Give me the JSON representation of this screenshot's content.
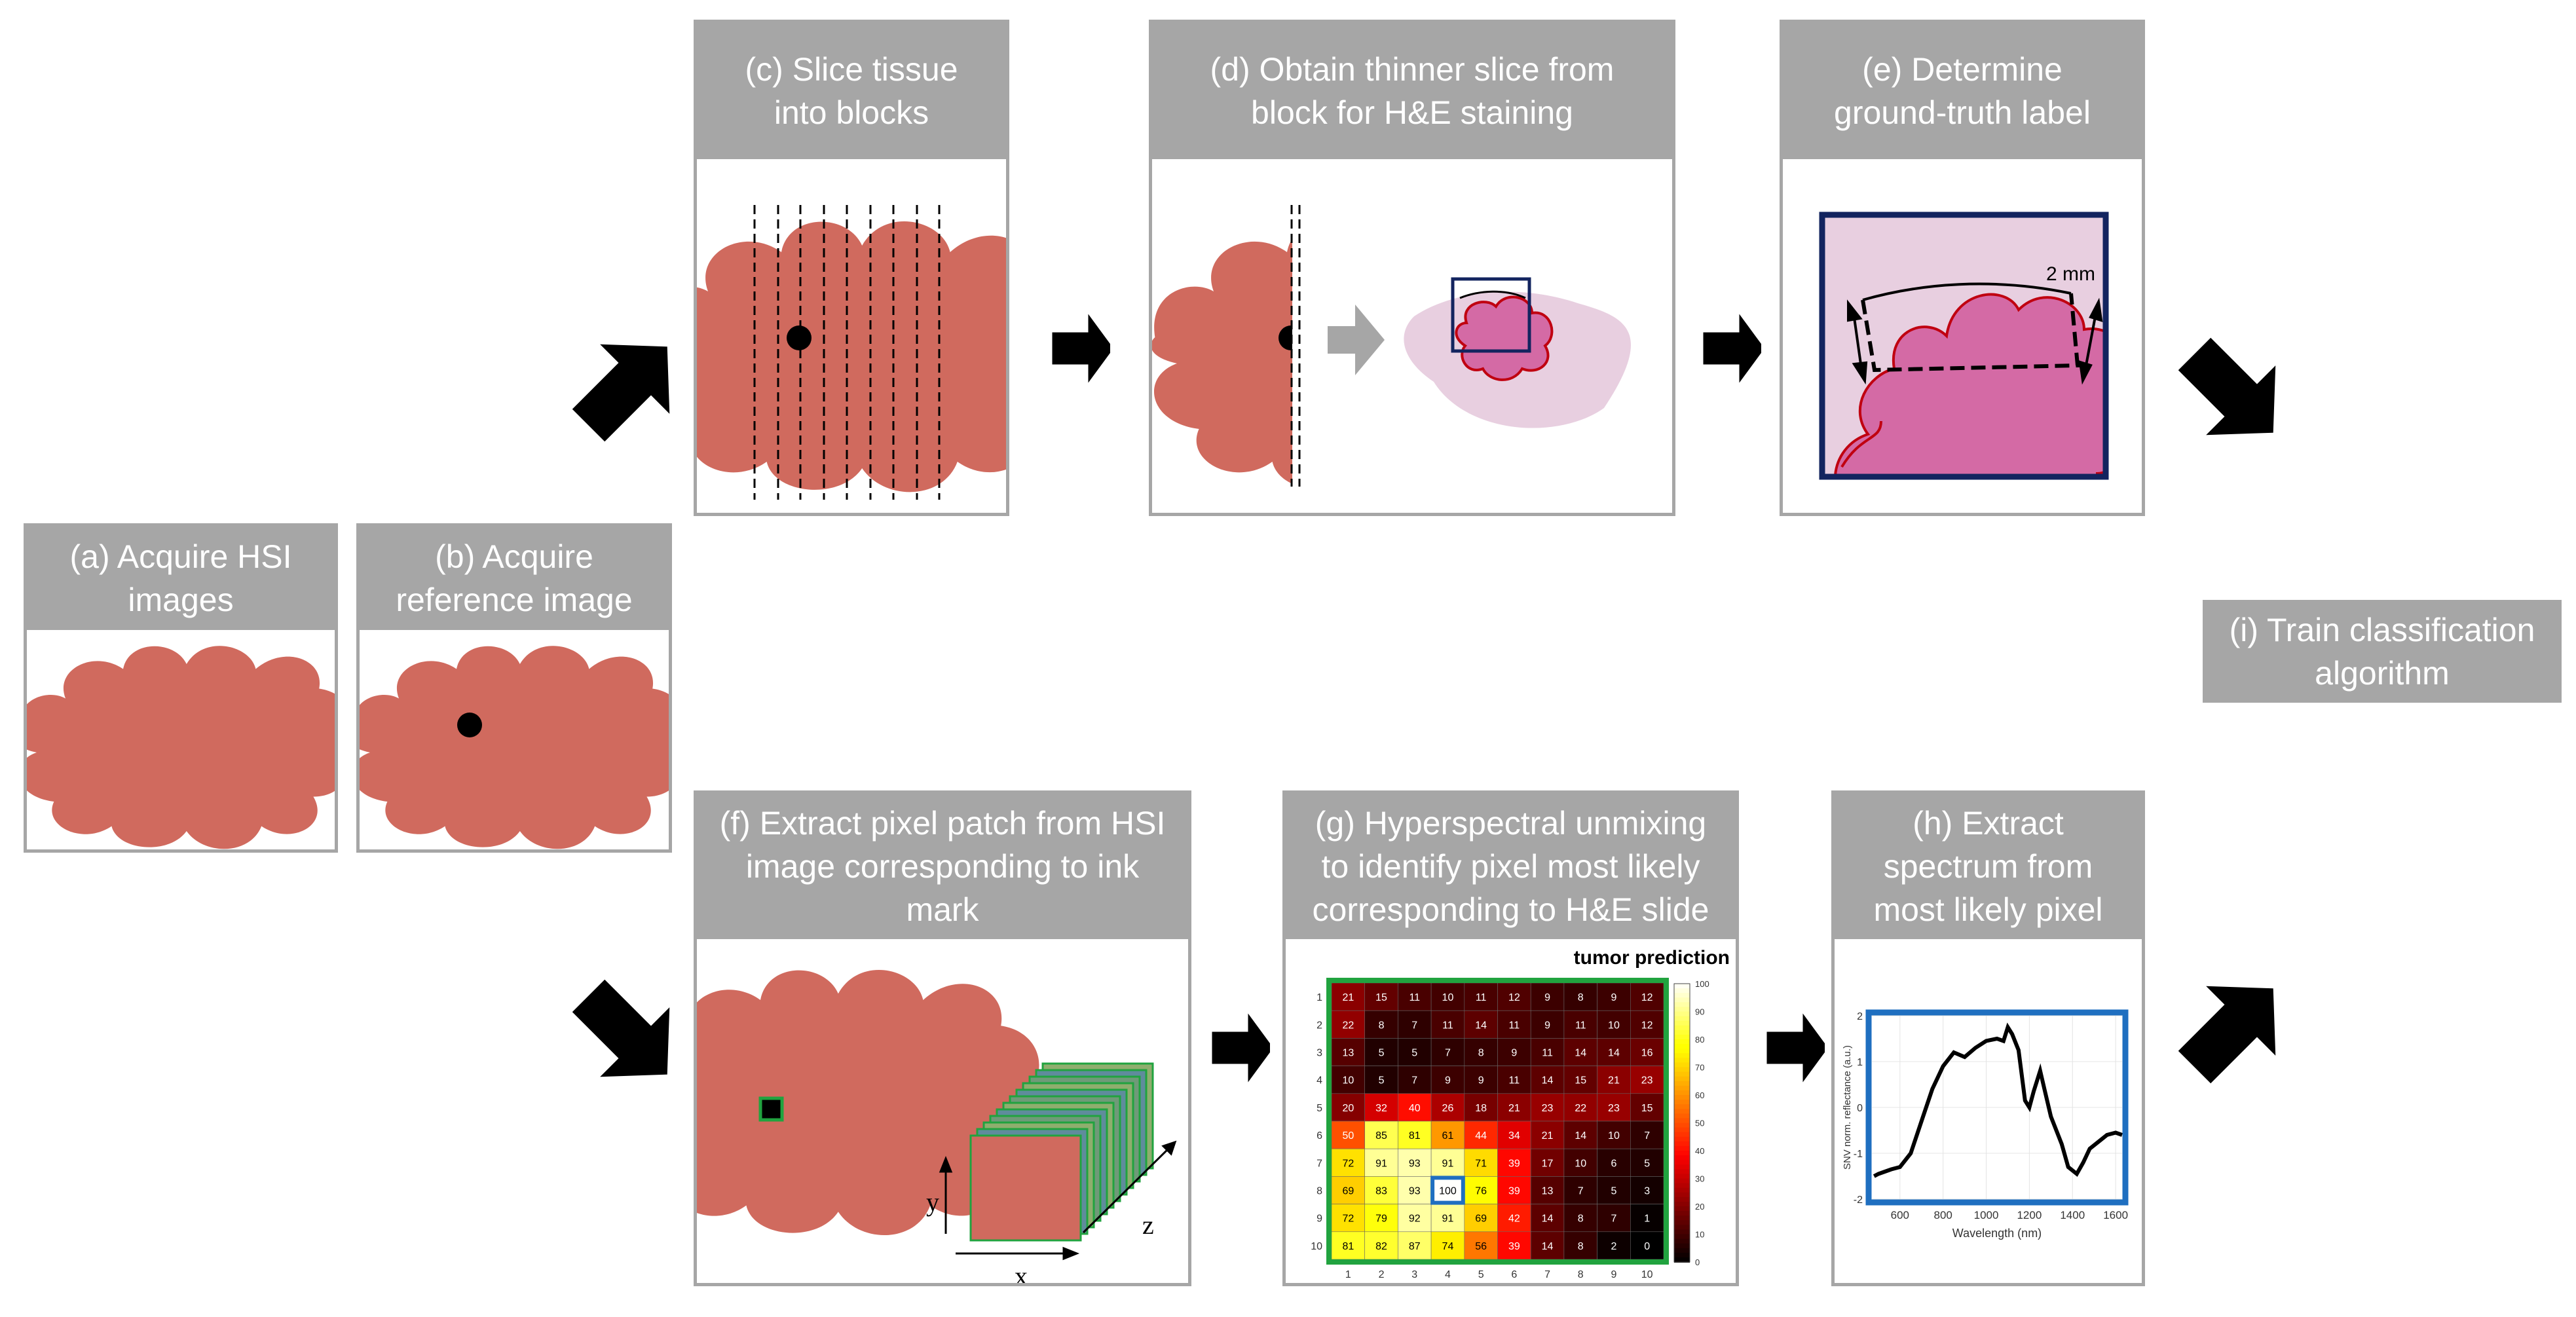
{
  "panels": {
    "a": {
      "lines": [
        "(a)  Acquire HSI",
        "images"
      ]
    },
    "b": {
      "lines": [
        "(b) Acquire",
        "reference image"
      ]
    },
    "c": {
      "lines": [
        "(c) Slice tissue",
        "into blocks"
      ]
    },
    "d": {
      "lines": [
        "(d) Obtain thinner slice from",
        "block for H&E staining"
      ]
    },
    "e": {
      "lines": [
        "(e) Determine",
        "ground-truth label"
      ],
      "scale_label": "2 mm"
    },
    "f": {
      "lines": [
        "(f) Extract pixel patch from HSI",
        "image corresponding to ink",
        "mark"
      ],
      "axes": {
        "x": "x",
        "y": "y",
        "z": "z"
      }
    },
    "g": {
      "lines": [
        "(g) Hyperspectral unmixing",
        "to identify pixel most likely",
        "corresponding to H&E slide"
      ]
    },
    "h": {
      "lines": [
        "(h) Extract",
        "spectrum from",
        "most likely pixel"
      ]
    },
    "i": {
      "lines": [
        "(i) Train classification",
        "algorithm"
      ]
    }
  },
  "colors": {
    "tissue": "#d06a5e",
    "header_gray": "#a6a6a6",
    "navy": "#13245f",
    "pink": "#d46aa5",
    "light_pink": "#e8cfe0",
    "green": "#21a33f",
    "blue": "#1f6fc0",
    "arrow": "#000000"
  },
  "chart_data": [
    {
      "type": "heatmap",
      "title": "tumor prediction",
      "x": [
        "1",
        "2",
        "3",
        "4",
        "5",
        "6",
        "7",
        "8",
        "9",
        "10"
      ],
      "y": [
        "1",
        "2",
        "3",
        "4",
        "5",
        "6",
        "7",
        "8",
        "9",
        "10"
      ],
      "values": [
        [
          21,
          15,
          11,
          10,
          11,
          12,
          9,
          8,
          9,
          12
        ],
        [
          22,
          8,
          7,
          11,
          14,
          11,
          9,
          11,
          10,
          12
        ],
        [
          13,
          5,
          5,
          7,
          8,
          9,
          11,
          14,
          14,
          16
        ],
        [
          10,
          5,
          7,
          9,
          9,
          11,
          14,
          15,
          21,
          23
        ],
        [
          20,
          32,
          40,
          26,
          18,
          21,
          23,
          22,
          23,
          15
        ],
        [
          50,
          85,
          81,
          61,
          44,
          34,
          21,
          14,
          10,
          7
        ],
        [
          72,
          91,
          93,
          91,
          71,
          39,
          17,
          10,
          6,
          5
        ],
        [
          69,
          83,
          93,
          100,
          76,
          39,
          13,
          7,
          5,
          3
        ],
        [
          72,
          79,
          92,
          91,
          69,
          42,
          14,
          8,
          7,
          1
        ],
        [
          81,
          82,
          87,
          74,
          56,
          39,
          14,
          8,
          2,
          0
        ]
      ],
      "highlight": {
        "row": 8,
        "col": 4
      },
      "colorbar_ticks": [
        0,
        10,
        20,
        30,
        40,
        50,
        60,
        70,
        80,
        90,
        100
      ],
      "zlim": [
        0,
        100
      ]
    },
    {
      "type": "line",
      "xlabel": "Wavelength (nm)",
      "ylabel": "SNV norm. reflectance (a.u.)",
      "xlim": [
        470,
        1630
      ],
      "ylim": [
        -2,
        2
      ],
      "xticks": [
        600,
        800,
        1000,
        1200,
        1400,
        1600
      ],
      "yticks": [
        -2,
        -1,
        0,
        1,
        2
      ],
      "grid": true,
      "series": [
        {
          "x": [
            480,
            500,
            530,
            560,
            600,
            650,
            700,
            750,
            800,
            850,
            900,
            950,
            1000,
            1050,
            1080,
            1100,
            1120,
            1150,
            1180,
            1200,
            1220,
            1250,
            1270,
            1300,
            1350,
            1380,
            1420,
            1450,
            1480,
            1520,
            1560,
            1600,
            1630
          ],
          "y": [
            -1.5,
            -1.45,
            -1.4,
            -1.35,
            -1.3,
            -1.0,
            -0.3,
            0.4,
            0.9,
            1.2,
            1.1,
            1.3,
            1.45,
            1.5,
            1.45,
            1.75,
            1.6,
            1.25,
            0.15,
            0.0,
            0.35,
            0.8,
            0.4,
            -0.2,
            -0.8,
            -1.3,
            -1.45,
            -1.2,
            -0.9,
            -0.75,
            -0.6,
            -0.55,
            -0.6
          ]
        }
      ]
    }
  ]
}
